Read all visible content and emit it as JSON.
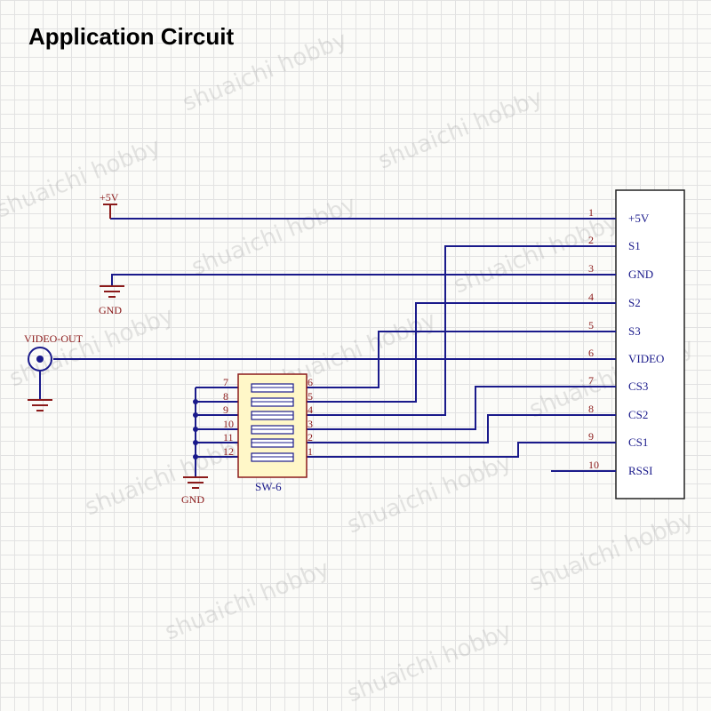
{
  "title": "Application Circuit",
  "watermark": "shuaichi hobby",
  "colors": {
    "wire": "#1a1a8b",
    "label": "#8b1a1a",
    "switch_fill": "#fff7c8"
  },
  "connector": {
    "pins": [
      {
        "num": "1",
        "name": "+5V"
      },
      {
        "num": "2",
        "name": "S1"
      },
      {
        "num": "3",
        "name": "GND"
      },
      {
        "num": "4",
        "name": "S2"
      },
      {
        "num": "5",
        "name": "S3"
      },
      {
        "num": "6",
        "name": "VIDEO"
      },
      {
        "num": "7",
        "name": "CS3"
      },
      {
        "num": "8",
        "name": "CS2"
      },
      {
        "num": "9",
        "name": "CS1"
      },
      {
        "num": "10",
        "name": "RSSI"
      }
    ]
  },
  "power": {
    "plus5v": "+5V",
    "gnd_top": "GND",
    "gnd_switch": "GND"
  },
  "video_out": {
    "label": "VIDEO-OUT"
  },
  "switch": {
    "name": "SW-6",
    "left_pins": [
      "7",
      "8",
      "9",
      "10",
      "11",
      "12"
    ],
    "right_pins": [
      "6",
      "5",
      "4",
      "3",
      "2",
      "1"
    ]
  }
}
